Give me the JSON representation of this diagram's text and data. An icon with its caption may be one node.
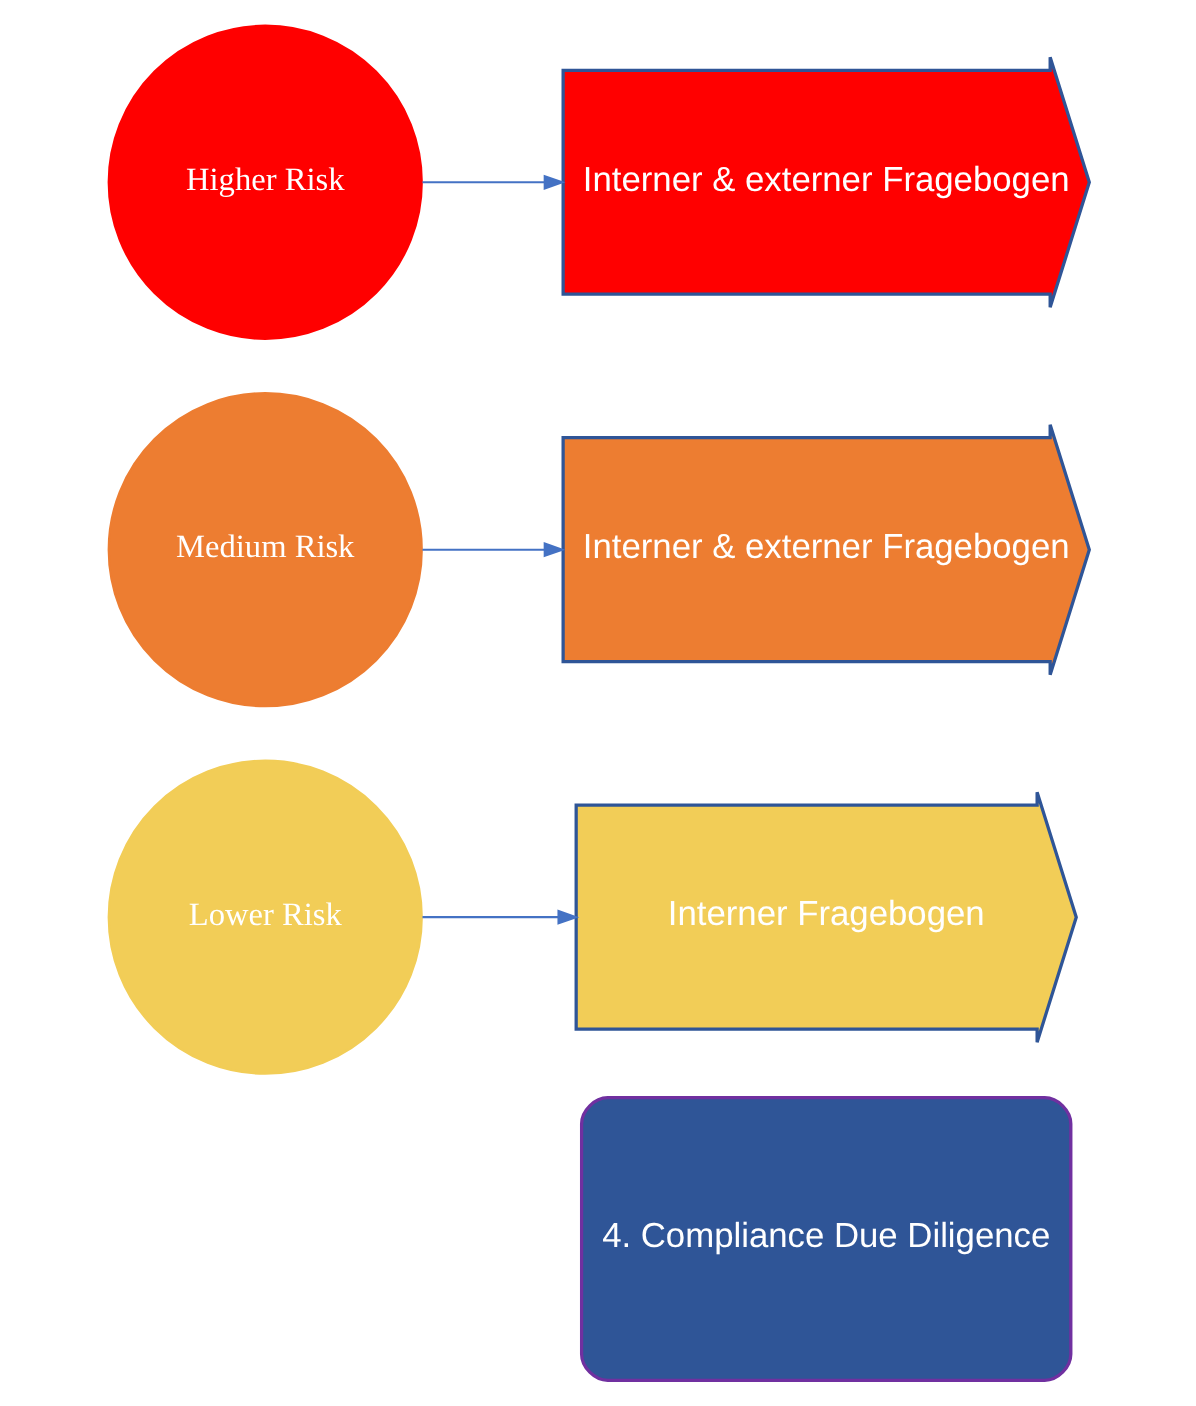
{
  "diagram": {
    "nodes": [
      {
        "text": [
          "4. Compliance Due Diligence"
        ]
      },
      {
        "text": [
          "Lower Risk"
        ]
      },
      {
        "text": [
          "Interner Fragebogen"
        ]
      },
      {
        "text": [
          "Medium Risk"
        ]
      },
      {
        "text": [
          "Interner & externer Fragebogen"
        ]
      },
      {
        "text": [
          "Higher Risk"
        ]
      },
      {
        "text": [
          "Interner & externer Fragebogen"
        ]
      }
    ],
    "edges": [
      {
        "from": 1,
        "to": 2,
        "arrow": "to"
      },
      {
        "from": 3,
        "to": 4,
        "arrow": "to"
      },
      {
        "from": 5,
        "to": 6,
        "arrow": "to"
      }
    ]
  }
}
